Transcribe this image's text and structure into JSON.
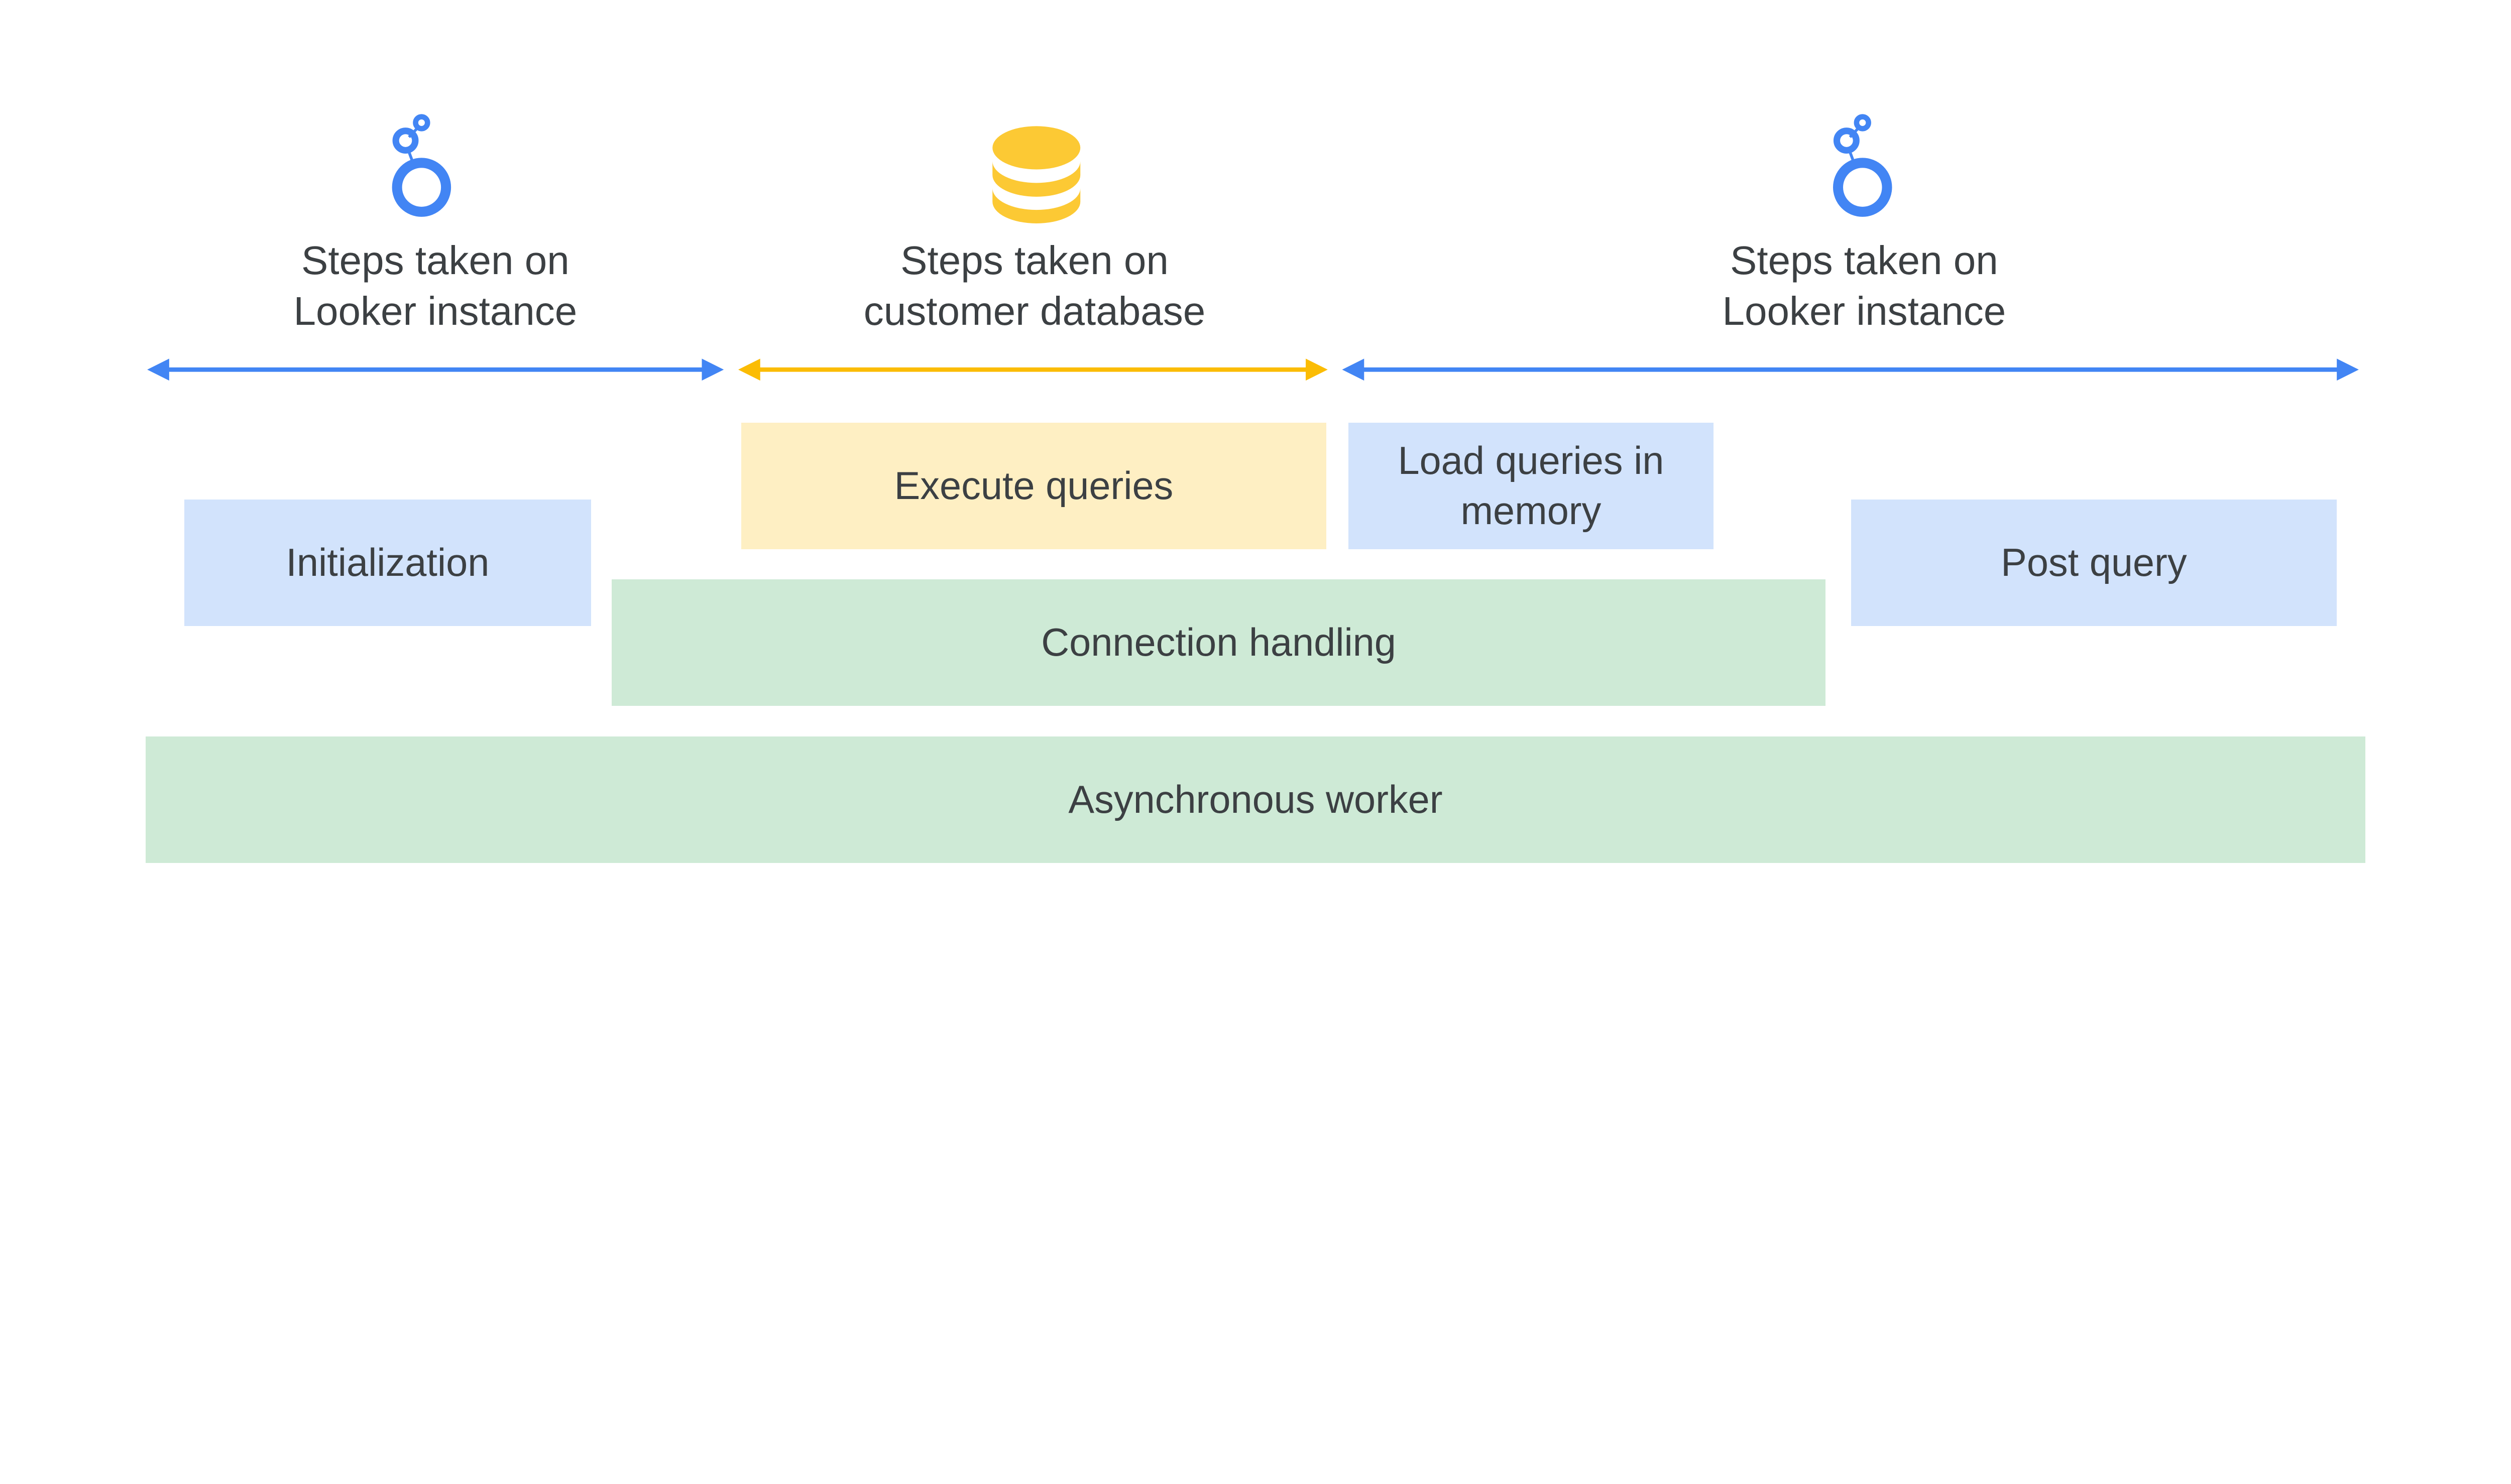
{
  "colors": {
    "looker_blue": "#4285f4",
    "database_yellow": "#fcc934",
    "blue_fill": "#d2e3fc",
    "yellow_fill": "#feefc3",
    "green_fill": "#ceead6",
    "text": "#3c4043"
  },
  "sections": [
    {
      "icon": "looker-logo-icon",
      "title": "Steps taken on Looker instance",
      "line1": "Steps taken on",
      "line2": "Looker instance",
      "arrow_color": "#4285f4"
    },
    {
      "icon": "database-icon",
      "title": "Steps taken on customer database",
      "line1": "Steps taken on",
      "line2": "customer database",
      "arrow_color": "#fbbc04"
    },
    {
      "icon": "looker-logo-icon",
      "title": "Steps taken on Looker instance",
      "line1": "Steps taken on",
      "line2": "Looker instance",
      "arrow_color": "#4285f4"
    }
  ],
  "boxes": {
    "initialization": "Initialization",
    "execute_queries": "Execute queries",
    "load_queries": "Load queries in memory",
    "post_query": "Post query",
    "connection_handling": "Connection handling",
    "async_worker": "Asynchronous worker"
  }
}
